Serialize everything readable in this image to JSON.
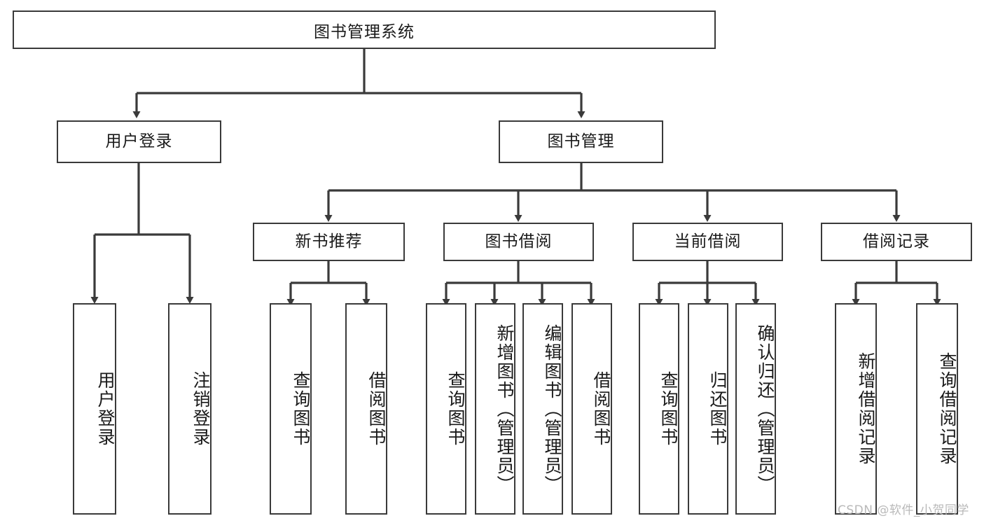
{
  "diagram": {
    "title": "图书管理系统",
    "type": "hierarchy-tree",
    "orientation": "top-down",
    "levels": 4,
    "colors": {
      "box_border": "#3a3a3a",
      "box_fill": "#ffffff",
      "connector": "#3a3a3a",
      "text": "#1a1a1a",
      "watermark": "#b9b9b9",
      "background": "#ffffff"
    }
  },
  "root": {
    "label": "图书管理系统"
  },
  "level2": [
    {
      "label": "用户登录"
    },
    {
      "label": "图书管理"
    }
  ],
  "level3": [
    {
      "label": "新书推荐"
    },
    {
      "label": "图书借阅"
    },
    {
      "label": "当前借阅"
    },
    {
      "label": "借阅记录"
    }
  ],
  "leaves": {
    "user_login": [
      {
        "label": "用户登录"
      },
      {
        "label": "注销登录"
      }
    ],
    "new_book_recommend": [
      {
        "label": "查询图书"
      },
      {
        "label": "借阅图书"
      }
    ],
    "book_borrow": [
      {
        "label": "查询图书"
      },
      {
        "label": "新增图书（管理员）"
      },
      {
        "label": "编辑图书（管理员）"
      },
      {
        "label": "借阅图书"
      }
    ],
    "current_borrow": [
      {
        "label": "查询图书"
      },
      {
        "label": "归还图书"
      },
      {
        "label": "确认归还（管理员）"
      }
    ],
    "borrow_record": [
      {
        "label": "新增借阅记录"
      },
      {
        "label": "查询借阅记录"
      }
    ]
  },
  "watermark": {
    "text": "CSDN @软件_小贺同学"
  }
}
